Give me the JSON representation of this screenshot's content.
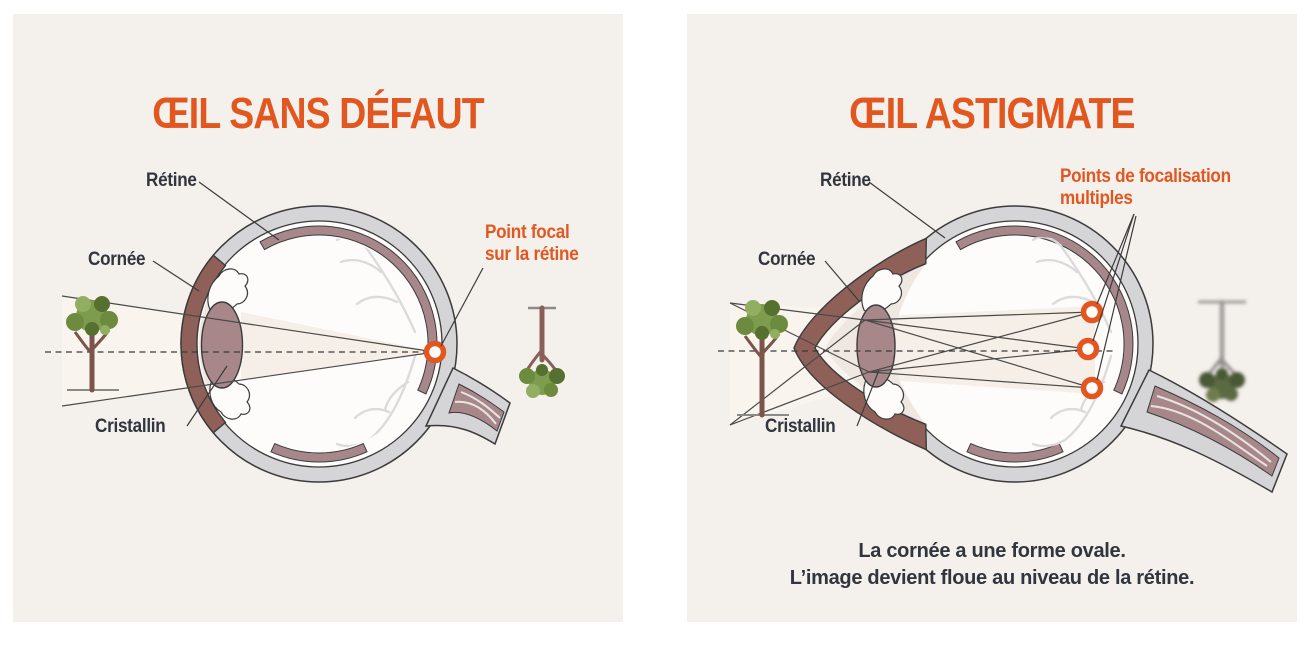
{
  "colors": {
    "accent": "#E2571F",
    "ink": "#31353E",
    "panel_background": "#F4F0EC",
    "sclera_gray": "#D5D4D6",
    "retina_mauve": "#A8878B",
    "cornea_mauve": "#8F6058",
    "outline_dark": "#3B3B3B",
    "vessel_gray": "#DCDBDB",
    "beam_cream": "#F7F0E9",
    "foliage_green": "#7E9C4D",
    "trunk_brown": "#7B544B"
  },
  "left_panel": {
    "title": "ŒIL SANS DÉFAUT",
    "labels": {
      "retina": "Rétine",
      "cornea": "Cornée",
      "lens": "Cristallin",
      "focal_line1": "Point focal",
      "focal_line2": "sur la rétine"
    }
  },
  "right_panel": {
    "title": "ŒIL ASTIGMATE",
    "labels": {
      "retina": "Rétine",
      "cornea": "Cornée",
      "lens": "Cristallin",
      "focal_line1": "Points de focalisation",
      "focal_line2": "multiples"
    },
    "caption_line1": "La cornée a une forme ovale.",
    "caption_line2": "L’image devient floue au niveau de la rétine."
  }
}
